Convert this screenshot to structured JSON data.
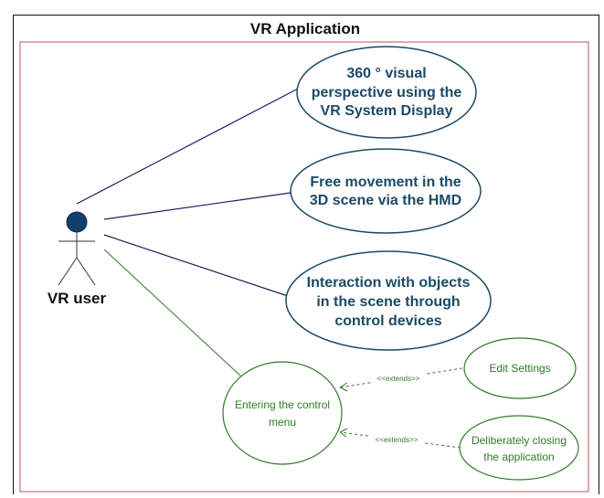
{
  "title": "VR Application",
  "actor": {
    "name": "VR user"
  },
  "use_cases": [
    {
      "lines": [
        "360 ° visual",
        "perspective using the",
        "VR System Display"
      ]
    },
    {
      "lines": [
        "Free movement in the",
        "3D scene via the HMD"
      ]
    },
    {
      "lines": [
        "Interaction with objects",
        "in the scene through",
        "control devices"
      ]
    },
    {
      "lines": [
        "Entering the control",
        "menu"
      ]
    },
    {
      "lines": [
        "Edit Settings"
      ]
    },
    {
      "lines": [
        "Deliberately closing",
        "the application"
      ]
    }
  ],
  "relations": [
    {
      "label": "<<extends>>"
    },
    {
      "label": "<<extends>>"
    }
  ],
  "colors": {
    "primary_use_case": "#1a4a66",
    "secondary_use_case": "#2f7a26",
    "system_boundary": "#c0505a",
    "actor_head": "#12406a"
  }
}
